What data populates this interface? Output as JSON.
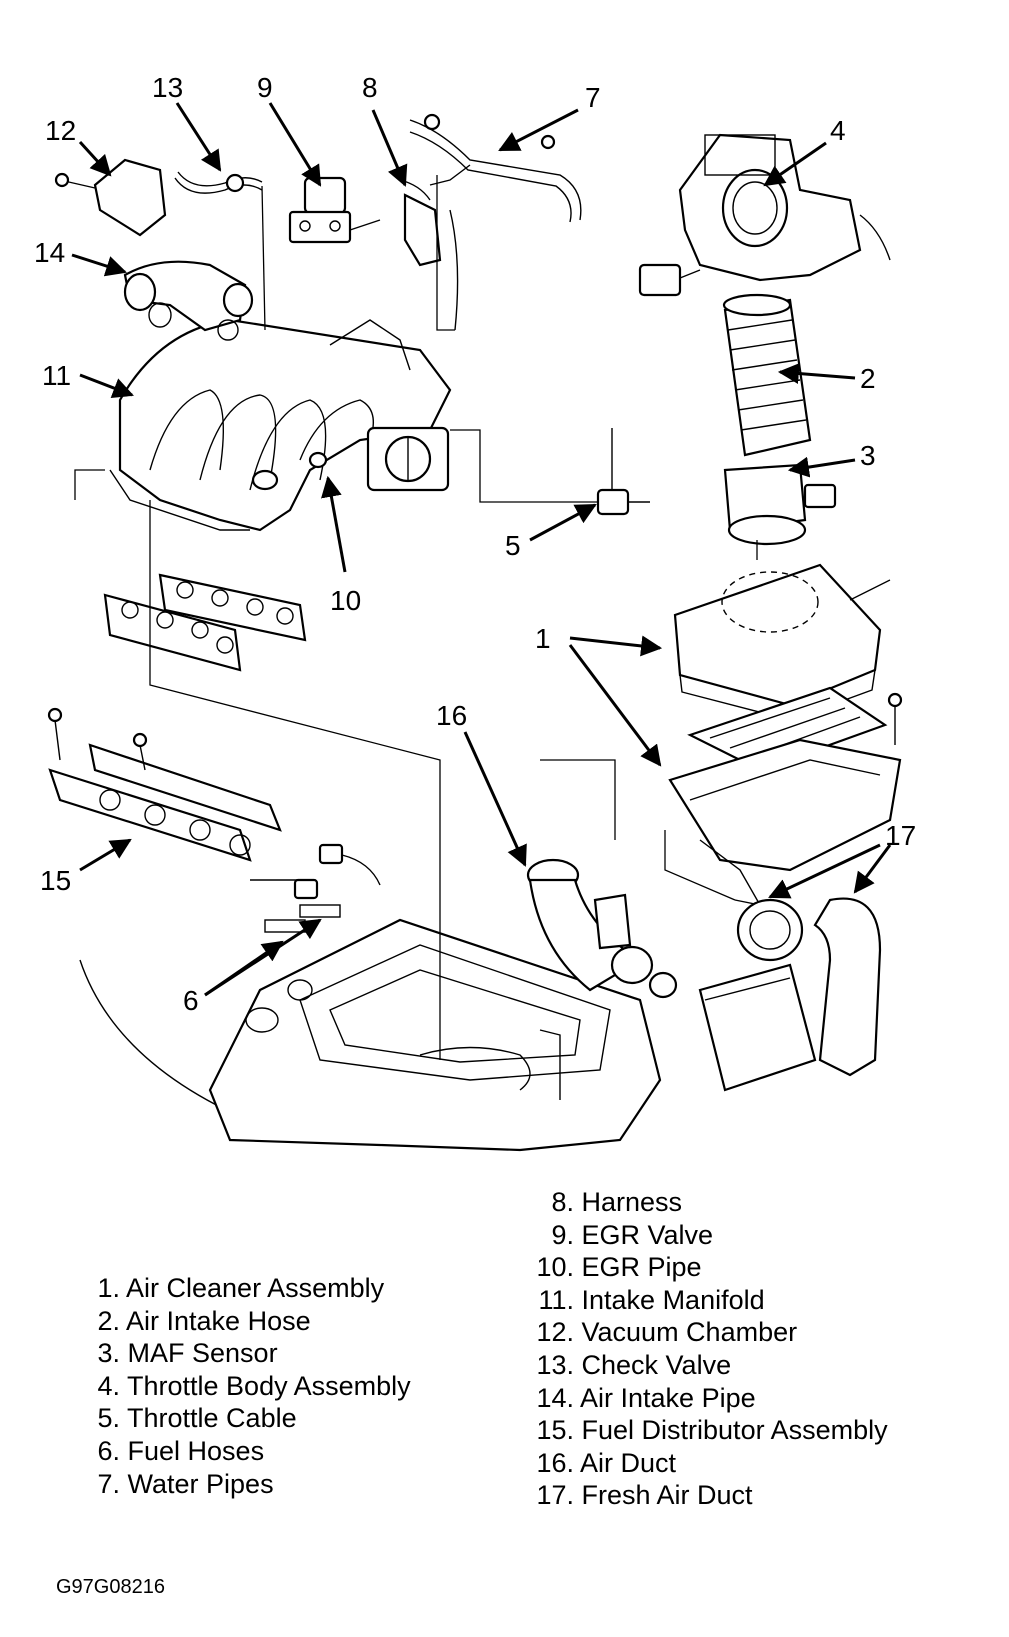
{
  "callouts": [
    {
      "id": "1",
      "label": "1"
    },
    {
      "id": "2",
      "label": "2"
    },
    {
      "id": "3",
      "label": "3"
    },
    {
      "id": "4",
      "label": "4"
    },
    {
      "id": "5",
      "label": "5"
    },
    {
      "id": "6",
      "label": "6"
    },
    {
      "id": "7",
      "label": "7"
    },
    {
      "id": "8",
      "label": "8"
    },
    {
      "id": "9",
      "label": "9"
    },
    {
      "id": "10",
      "label": "10"
    },
    {
      "id": "11",
      "label": "11"
    },
    {
      "id": "12",
      "label": "12"
    },
    {
      "id": "13",
      "label": "13"
    },
    {
      "id": "14",
      "label": "14"
    },
    {
      "id": "15",
      "label": "15"
    },
    {
      "id": "16",
      "label": "16"
    },
    {
      "id": "17",
      "label": "17"
    }
  ],
  "legend_left": [
    {
      "num": "1.",
      "text": "Air Cleaner Assembly"
    },
    {
      "num": "2.",
      "text": "Air Intake Hose"
    },
    {
      "num": "3.",
      "text": "MAF Sensor"
    },
    {
      "num": "4.",
      "text": "Throttle Body Assembly"
    },
    {
      "num": "5.",
      "text": "Throttle Cable"
    },
    {
      "num": "6.",
      "text": "Fuel Hoses"
    },
    {
      "num": "7.",
      "text": "Water Pipes"
    }
  ],
  "legend_right": [
    {
      "num": "8.",
      "text": "Harness"
    },
    {
      "num": "9.",
      "text": "EGR Valve"
    },
    {
      "num": "10.",
      "text": "EGR Pipe"
    },
    {
      "num": "11.",
      "text": "Intake Manifold"
    },
    {
      "num": "12.",
      "text": "Vacuum Chamber"
    },
    {
      "num": "13.",
      "text": "Check Valve"
    },
    {
      "num": "14.",
      "text": "Air Intake Pipe"
    },
    {
      "num": "15.",
      "text": "Fuel Distributor Assembly"
    },
    {
      "num": "16.",
      "text": "Air Duct"
    },
    {
      "num": "17.",
      "text": "Fresh Air Duct"
    }
  ],
  "figure_code": "G97G08216"
}
